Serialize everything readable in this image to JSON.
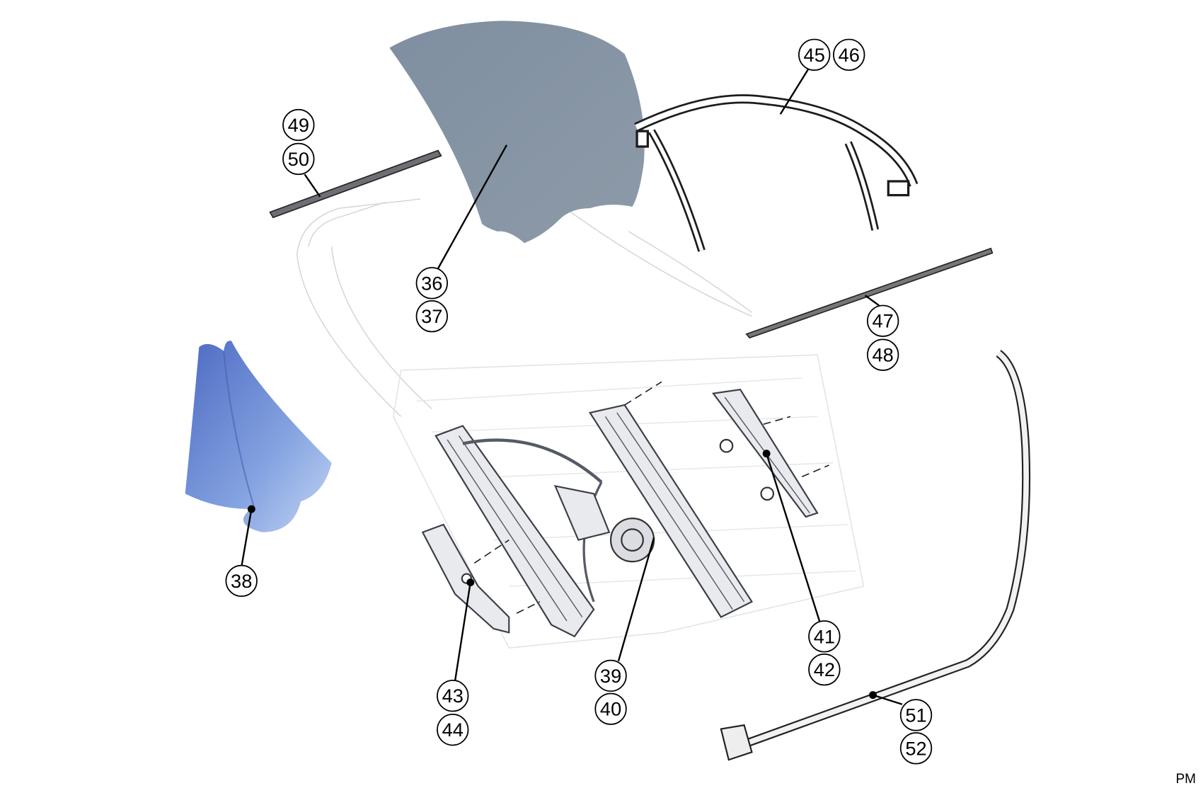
{
  "diagram": {
    "callouts": {
      "glass_front": "36",
      "glass_rear": "37",
      "sunshade": "38",
      "regulator_a": "39",
      "regulator_b": "40",
      "channel_a": "41",
      "channel_b": "42",
      "bracket_a": "43",
      "bracket_b": "44",
      "frame_a": "45",
      "frame_b": "46",
      "belt_outer_a": "47",
      "belt_outer_b": "48",
      "belt_inner_a": "49",
      "belt_inner_b": "50",
      "seal_a": "51",
      "seal_b": "52"
    },
    "footer_code": "PM"
  }
}
